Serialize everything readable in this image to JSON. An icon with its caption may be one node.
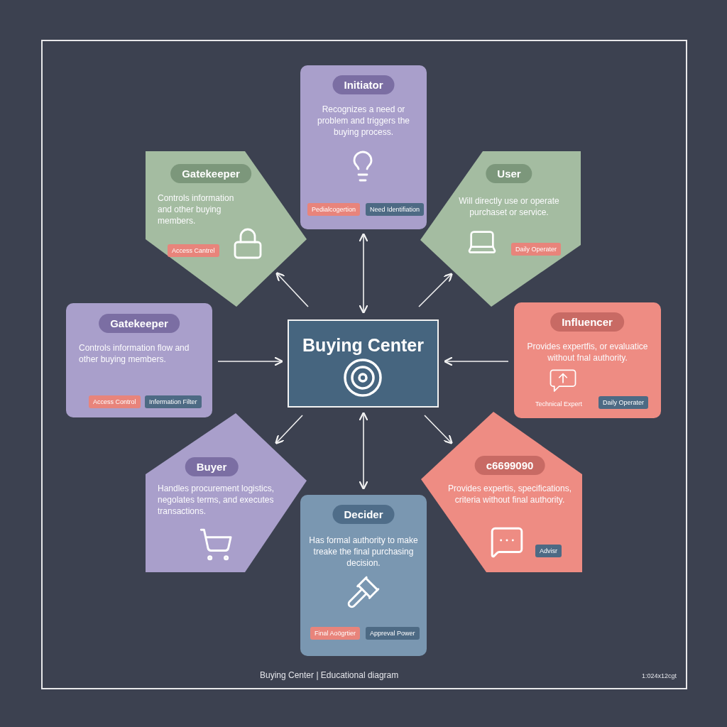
{
  "diagram": {
    "nodes": [
      {
        "text": [
          "Initiator",
          "Recognizes a need or problem and triggers the buying process.",
          "Pedialcogertion",
          "Need Identifiation"
        ]
      },
      {
        "text": [
          "Gatekeeper",
          "Controls information and other buying members.",
          "Access Cantrel"
        ]
      },
      {
        "text": [
          "User",
          "Will directly use or operate purchaset or service.",
          "Daily Operater"
        ]
      },
      {
        "text": [
          "Gatekeeper",
          "Controls information flow and other buying members.",
          "Access Control",
          "Infermation Filter"
        ]
      },
      {
        "text": [
          "Buying Center"
        ]
      },
      {
        "text": [
          "Influencer",
          "Provides expertfis, or evaluatice without fnal authority.",
          "Technical Expert",
          "Daily Operater"
        ]
      },
      {
        "text": [
          "Buyer",
          "Handles procurement logistics, negolates terms, and executes transactions."
        ]
      },
      {
        "text": [
          "c6699090",
          "Provides expertis, specifications, criteria without final authority.",
          "Advisr"
        ]
      },
      {
        "text": [
          "Decider",
          "Has formal authority to make treake the final purchasing decision.",
          "Final Aoögrtier",
          "Appreval Power"
        ]
      }
    ],
    "edges": [
      {
        "from": 4,
        "to": 0,
        "arrow": "both"
      },
      {
        "from": 4,
        "to": 1,
        "arrow": "to"
      },
      {
        "from": 4,
        "to": 2,
        "arrow": "to"
      },
      {
        "from": 3,
        "to": 4,
        "arrow": "to"
      },
      {
        "from": 5,
        "to": 4,
        "arrow": "to"
      },
      {
        "from": 4,
        "to": 6,
        "arrow": "to"
      },
      {
        "from": 4,
        "to": 7,
        "arrow": "to"
      },
      {
        "from": 4,
        "to": 8,
        "arrow": "both"
      }
    ],
    "labels": [
      "Buying Center | Educational diagram",
      "1:024x12cgt"
    ]
  }
}
